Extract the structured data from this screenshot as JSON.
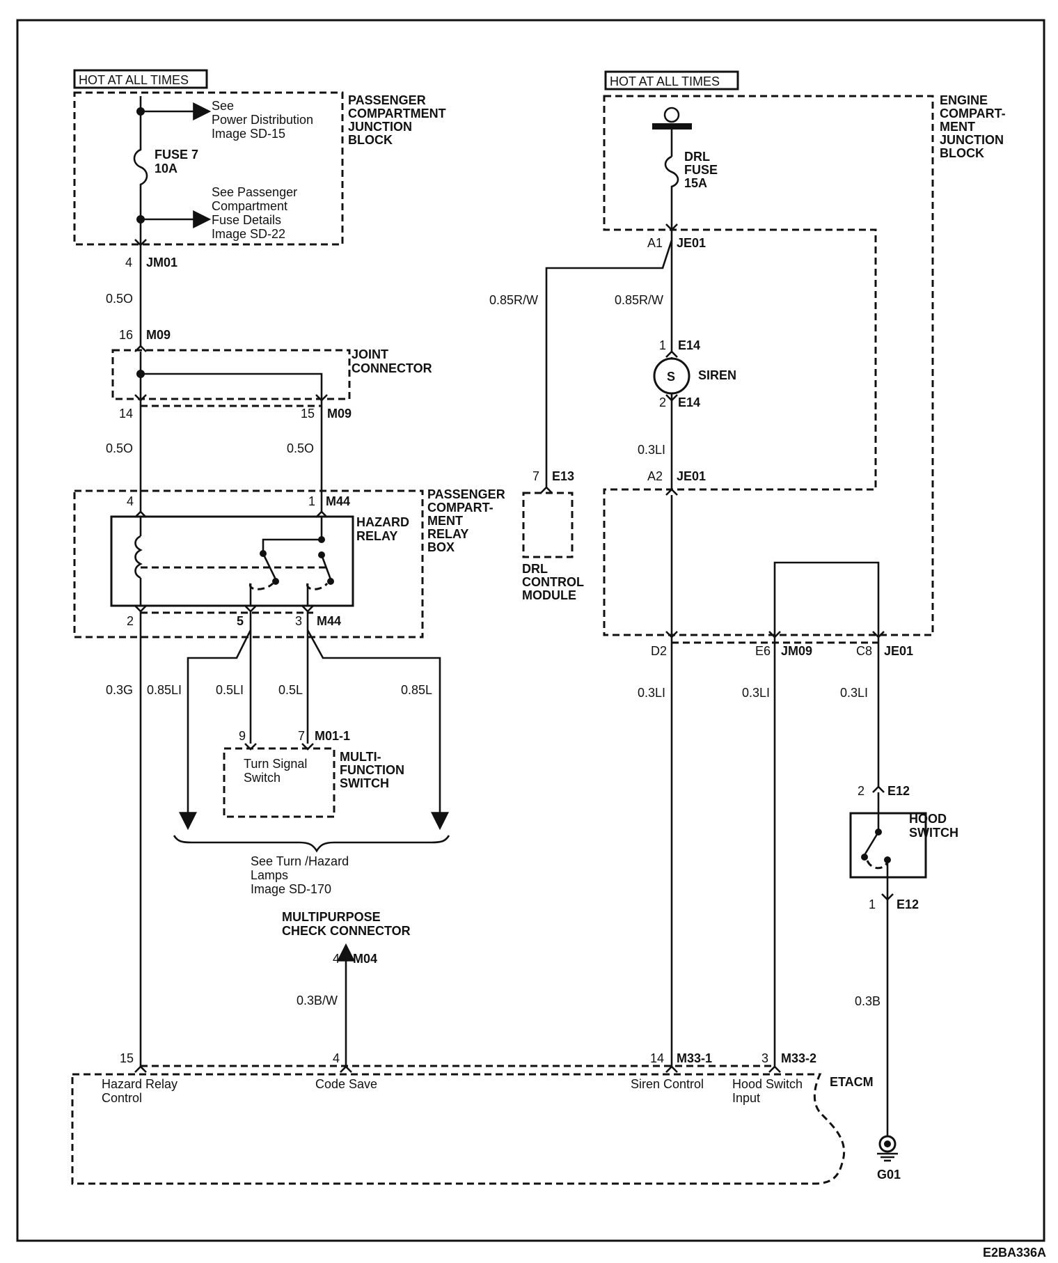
{
  "hot_labels": [
    "HOT AT ALL TIMES",
    "HOT AT ALL TIMES"
  ],
  "left": {
    "pcjb_name": [
      "PASSENGER",
      "COMPARTMENT",
      "JUNCTION",
      "BLOCK"
    ],
    "power_ref": [
      "See",
      "Power Distribution",
      "Image SD-15"
    ],
    "fuse": [
      "FUSE 7",
      "10A"
    ],
    "fuse_ref": [
      "See Passenger",
      "Compartment",
      "Fuse Details",
      "Image SD-22"
    ],
    "jm01_pin": "4",
    "jm01": "JM01",
    "wire_jm01": "0.5O",
    "m09_top_pin": "16",
    "m09": "M09",
    "joint_connector": [
      "JOINT",
      "CONNECTOR"
    ],
    "m09_pin14": "14",
    "m09_pin15": "15",
    "wire_left1": "0.5O",
    "wire_left2": "0.5O",
    "relay_box_name": [
      "PASSENGER",
      "COMPART-",
      "MENT",
      "RELAY",
      "BOX"
    ],
    "relay_name": [
      "HAZARD",
      "RELAY"
    ],
    "m44_pin4": "4",
    "m44_pin1": "1",
    "m44": "M44",
    "m44_pin2": "2",
    "m44_pin5": "5",
    "m44_pin3": "3",
    "wires_bottom": [
      "0.3G",
      "0.85LI",
      "0.5LI",
      "0.5L",
      "0.85L"
    ],
    "mfs_pin9": "9",
    "mfs_pin7": "7",
    "mfs_conn": "M01-1",
    "turn_signal": [
      "Turn Signal",
      "Switch"
    ],
    "mfs_name": [
      "MULTI-",
      "FUNCTION",
      "SWITCH"
    ],
    "turn_ref": [
      "See Turn /Hazard",
      "Lamps",
      "Image SD-170"
    ],
    "mcc_name": [
      "MULTIPURPOSE",
      "CHECK CONNECTOR"
    ],
    "m04_pin": "4",
    "m04": "M04",
    "wire_m04": "0.3B/W"
  },
  "right": {
    "ecjb_name": [
      "ENGINE",
      "COMPART-",
      "MENT",
      "JUNCTION",
      "BLOCK"
    ],
    "drl_fuse": [
      "DRL",
      "FUSE",
      "15A"
    ],
    "a1_pin": "A1",
    "je01": "JE01",
    "wire_drl1": "0.85R/W",
    "wire_drl2": "0.85R/W",
    "e14_pin1": "1",
    "e14_pin2": "2",
    "e14": "E14",
    "siren_symbol": "S",
    "siren_name": "SIREN",
    "wire_siren": "0.3LI",
    "e13_pin": "7",
    "e13": "E13",
    "drl_module": [
      "DRL",
      "CONTROL",
      "MODULE"
    ],
    "a2_pin": "A2",
    "d2_pin": "D2",
    "e6_pin": "E6",
    "jm09": "JM09",
    "c8_pin": "C8",
    "wires_lower": [
      "0.3LI",
      "0.3LI",
      "0.3LI"
    ],
    "e12_pin2": "2",
    "e12_pin1": "1",
    "e12": "E12",
    "hood_switch": [
      "HOOD",
      "SWITCH"
    ],
    "wire_ground": "0.3B",
    "ground": "G01"
  },
  "etacm": {
    "name": "ETACM",
    "pins": [
      "15",
      "4",
      "14",
      "3"
    ],
    "m33_1": "M33-1",
    "m33_2": "M33-2",
    "hazard_relay_control": [
      "Hazard Relay",
      "Control"
    ],
    "code_save": "Code Save",
    "siren_control": "Siren Control",
    "hood_switch_input": [
      "Hood Switch",
      "Input"
    ]
  },
  "figure_code": "E2BA336A"
}
